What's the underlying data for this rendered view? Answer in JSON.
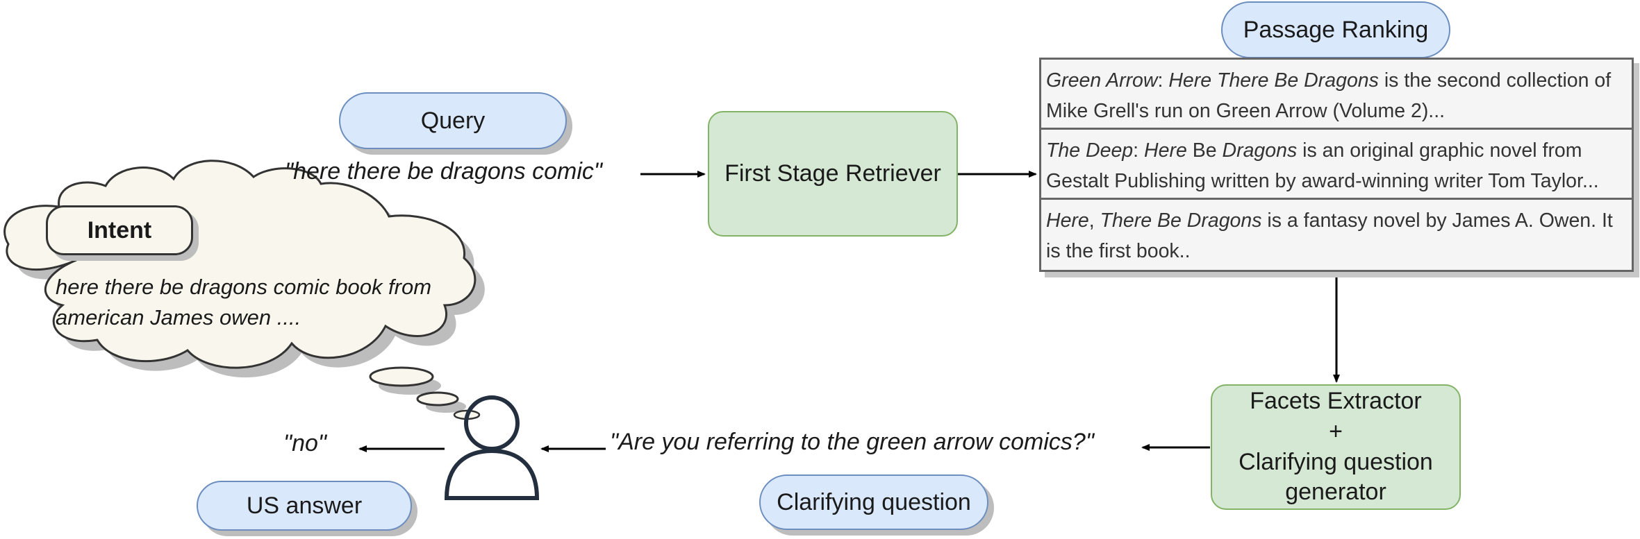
{
  "query": {
    "label": "Query",
    "text": "\"here there be dragons comic\""
  },
  "retriever": {
    "label": "First Stage Retriever"
  },
  "ranking": {
    "label": "Passage Ranking"
  },
  "passages": [
    {
      "title": "Green Arrow",
      "sep": ": ",
      "subtitle": "Here There Be Dragons",
      "rest": " is the second collection of Mike Grell's run on Green Arrow (Volume 2)..."
    },
    {
      "title": "The Deep",
      "sep": ": ",
      "w1": "Here",
      "w2": " Be ",
      "w3": "Dragons",
      "rest": " is an original graphic novel from Gestalt Publishing written by award-winning writer Tom Taylor..."
    },
    {
      "title": "Here",
      "sep": ", ",
      "subtitle": "There Be Dragons",
      "rest": " is a fantasy novel by James A. Owen. It is the first book.."
    }
  ],
  "intent": {
    "label": "Intent",
    "text_line1": "here there be dragons comic book from",
    "text_line2": "american James owen ...."
  },
  "facets": {
    "line1": "Facets Extractor",
    "line2": "+",
    "line3": "Clarifying question",
    "line4": "generator"
  },
  "clarifying": {
    "text": "\"Are you referring to the green arrow comics?\"",
    "label": "Clarifying question"
  },
  "answer": {
    "text": "\"no\"",
    "label": "US answer"
  },
  "icons": {
    "user": "user-icon",
    "thought": "thought-cloud-icon"
  },
  "colors": {
    "blue_fill": "#dae8fc",
    "blue_stroke": "#6c8ebf",
    "green_fill": "#d5e8d4",
    "green_stroke": "#82b366",
    "passage_fill": "#f5f5f5",
    "cloud_fill": "#f9f7ed"
  }
}
